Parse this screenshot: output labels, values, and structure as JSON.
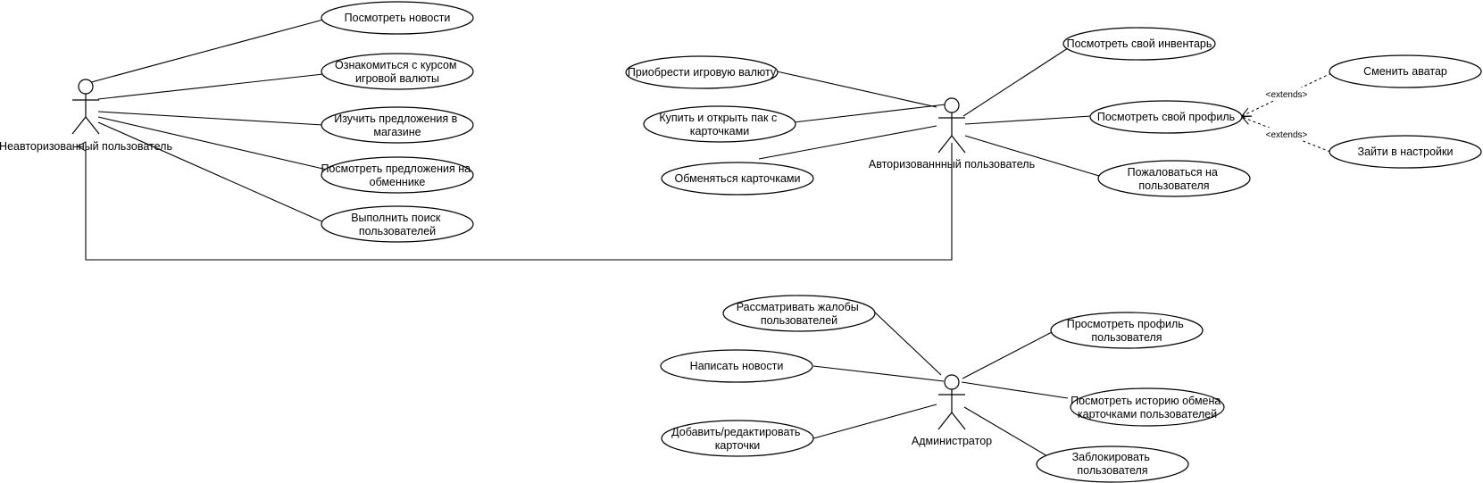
{
  "actors": {
    "unauthorized": "Неавторизованный пользователь",
    "authorized": "Авторизованнный пользователь",
    "admin": "Администратор"
  },
  "use_cases": {
    "view_news": [
      "Посмотреть новости"
    ],
    "currency_rate": [
      "Ознакомиться с курсом",
      "игровой валюты"
    ],
    "shop_offers": [
      "Изучить предложения в",
      "магазине"
    ],
    "exchange_offers": [
      "Посмотреть предложения на",
      "обменнике"
    ],
    "search_users": [
      "Выполнить поиск",
      "пользователей"
    ],
    "buy_currency": [
      "Приобрести игровую валюту"
    ],
    "buy_pack": [
      "Купить и открыть пак с",
      "карточками"
    ],
    "trade_cards": [
      "Обменяться карточками"
    ],
    "view_inventory": [
      "Посмотреть свой инвентарь"
    ],
    "view_profile": [
      "Посмотреть свой профиль"
    ],
    "report_user": [
      "Пожаловаться на",
      "пользователя"
    ],
    "change_avatar": [
      "Сменить аватар"
    ],
    "open_settings": [
      "Зайти в настройки"
    ],
    "review_reports": [
      "Рассматривать жалобы",
      "пользователей"
    ],
    "write_news": [
      "Написать новости"
    ],
    "edit_cards": [
      "Добавить/редактировать",
      "карточки"
    ],
    "user_profile": [
      "Просмотреть профиль",
      "пользователя"
    ],
    "trade_history": [
      "Посмотреть историю обмена",
      "карточками пользователей"
    ],
    "block_user": [
      "Заблокировать",
      "пользователя"
    ]
  },
  "relations": {
    "extends_1": "<extends>",
    "extends_2": "<extends>"
  }
}
